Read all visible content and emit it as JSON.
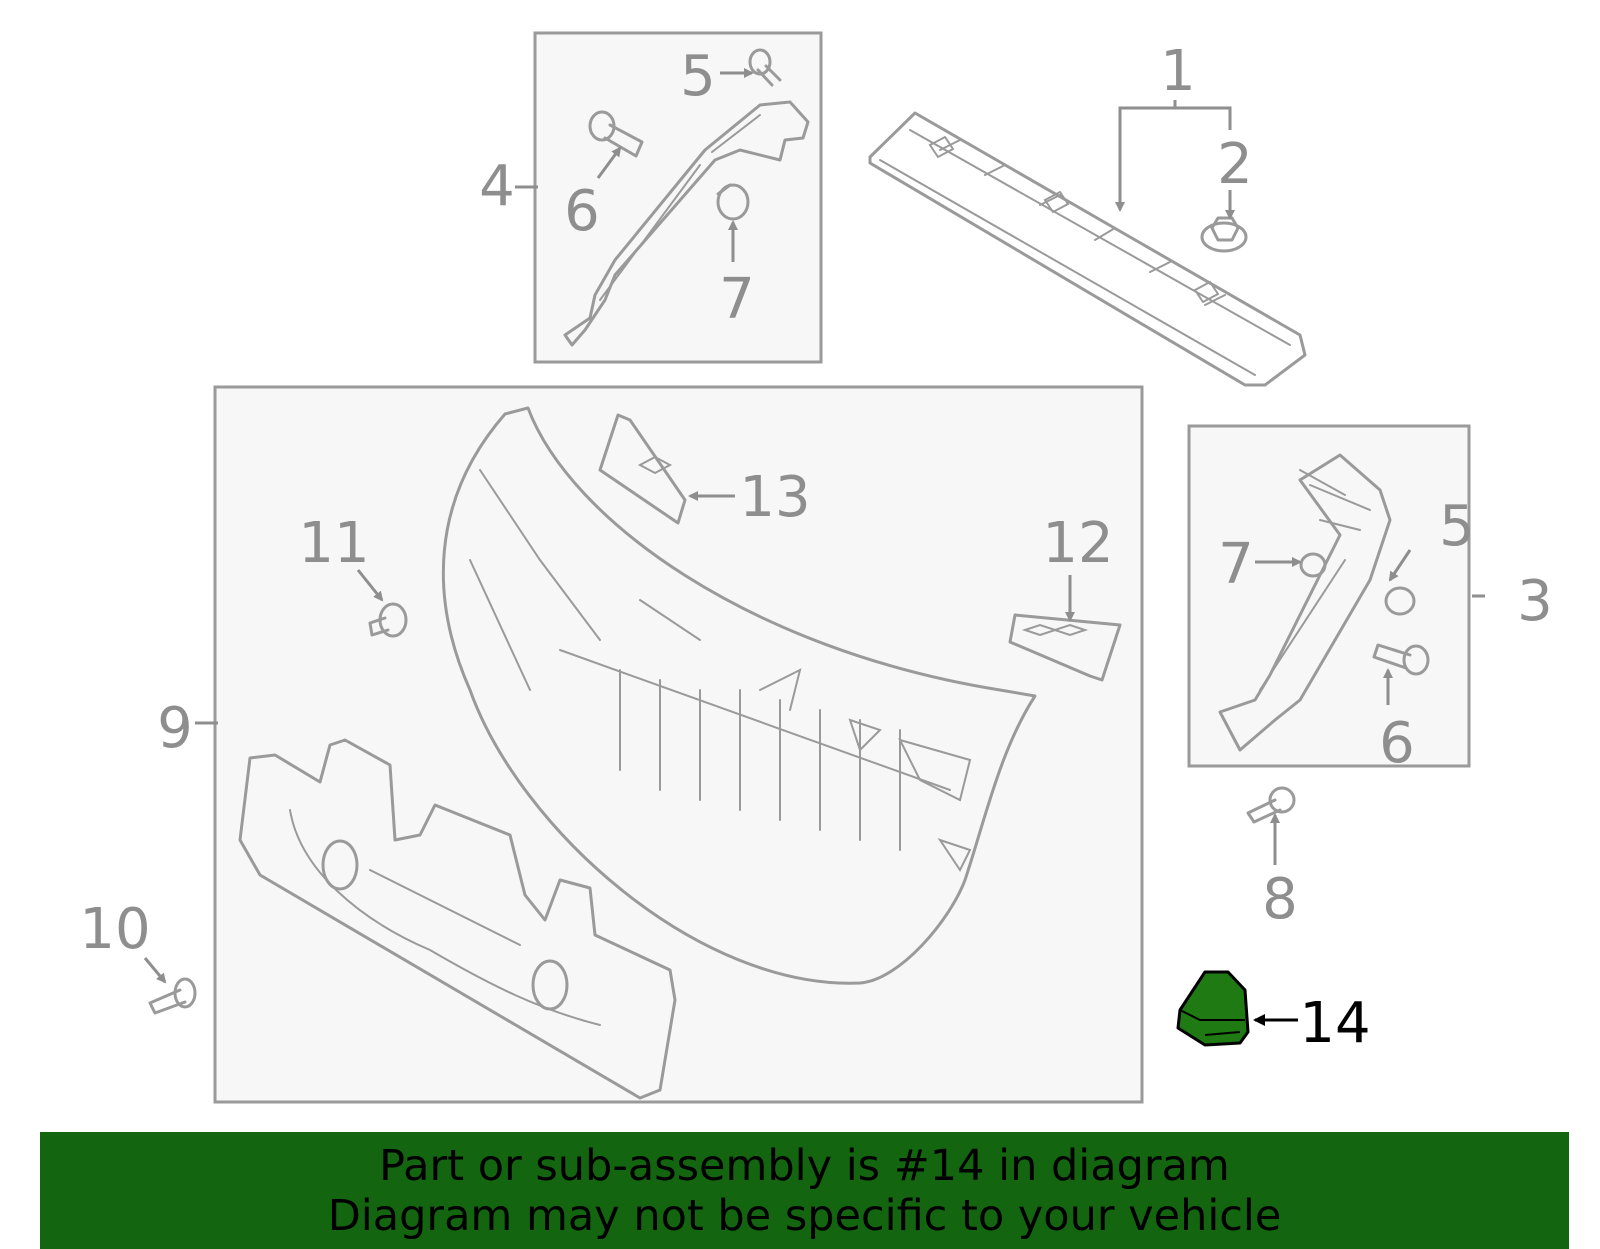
{
  "callouts": {
    "c1": "1",
    "c2": "2",
    "c3": "3",
    "c4": "4",
    "c5a": "5",
    "c5b": "5",
    "c6a": "6",
    "c6b": "6",
    "c7a": "7",
    "c7b": "7",
    "c8": "8",
    "c9": "9",
    "c10": "10",
    "c11": "11",
    "c12": "12",
    "c13": "13",
    "c14": "14"
  },
  "highlight": {
    "part_number": "14",
    "color": "#136510"
  },
  "banner": {
    "line1": "Part or sub-assembly is #14 in diagram",
    "line2": "Diagram may not be specific to your vehicle",
    "background": "#136510"
  }
}
